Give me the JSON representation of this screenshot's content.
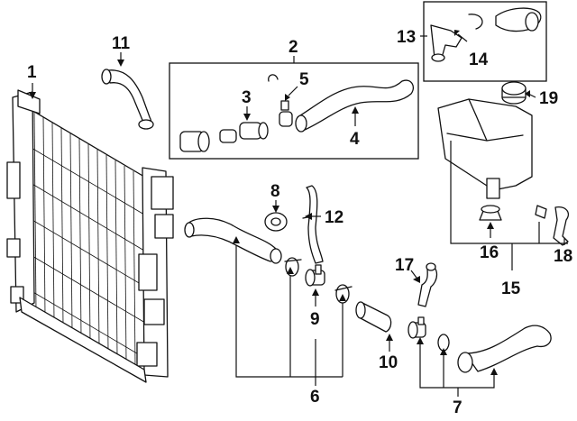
{
  "diagram": {
    "callouts": [
      {
        "id": "c1",
        "label": "1"
      },
      {
        "id": "c2",
        "label": "2"
      },
      {
        "id": "c3",
        "label": "3"
      },
      {
        "id": "c4",
        "label": "4"
      },
      {
        "id": "c5",
        "label": "5"
      },
      {
        "id": "c6",
        "label": "6"
      },
      {
        "id": "c7",
        "label": "7"
      },
      {
        "id": "c8",
        "label": "8"
      },
      {
        "id": "c9",
        "label": "9"
      },
      {
        "id": "c10",
        "label": "10"
      },
      {
        "id": "c11",
        "label": "11"
      },
      {
        "id": "c12",
        "label": "12"
      },
      {
        "id": "c13",
        "label": "13"
      },
      {
        "id": "c14",
        "label": "14"
      },
      {
        "id": "c15",
        "label": "15"
      },
      {
        "id": "c16",
        "label": "16"
      },
      {
        "id": "c17",
        "label": "17"
      },
      {
        "id": "c18",
        "label": "18"
      },
      {
        "id": "c19",
        "label": "19"
      }
    ]
  }
}
